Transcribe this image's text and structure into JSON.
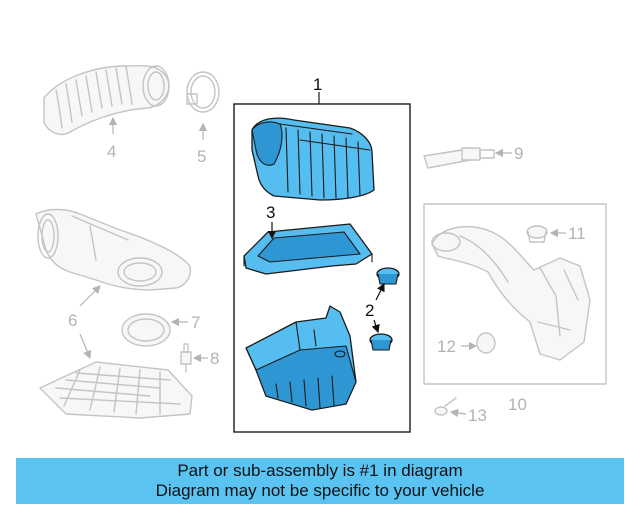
{
  "diagram": {
    "callouts": {
      "c1": "1",
      "c2": "2",
      "c3": "3",
      "c4": "4",
      "c5": "5",
      "c6": "6",
      "c7": "7",
      "c8": "8",
      "c9": "9",
      "c10": "10",
      "c11": "11",
      "c12": "12",
      "c13": "13"
    },
    "highlight_color": "#55bdf0",
    "faded_color": "#b3b3b3"
  },
  "banner": {
    "line1": "Part or sub-assembly is #1 in diagram",
    "line2": "Diagram may not be specific to your vehicle",
    "background": "#5ac3f2"
  }
}
